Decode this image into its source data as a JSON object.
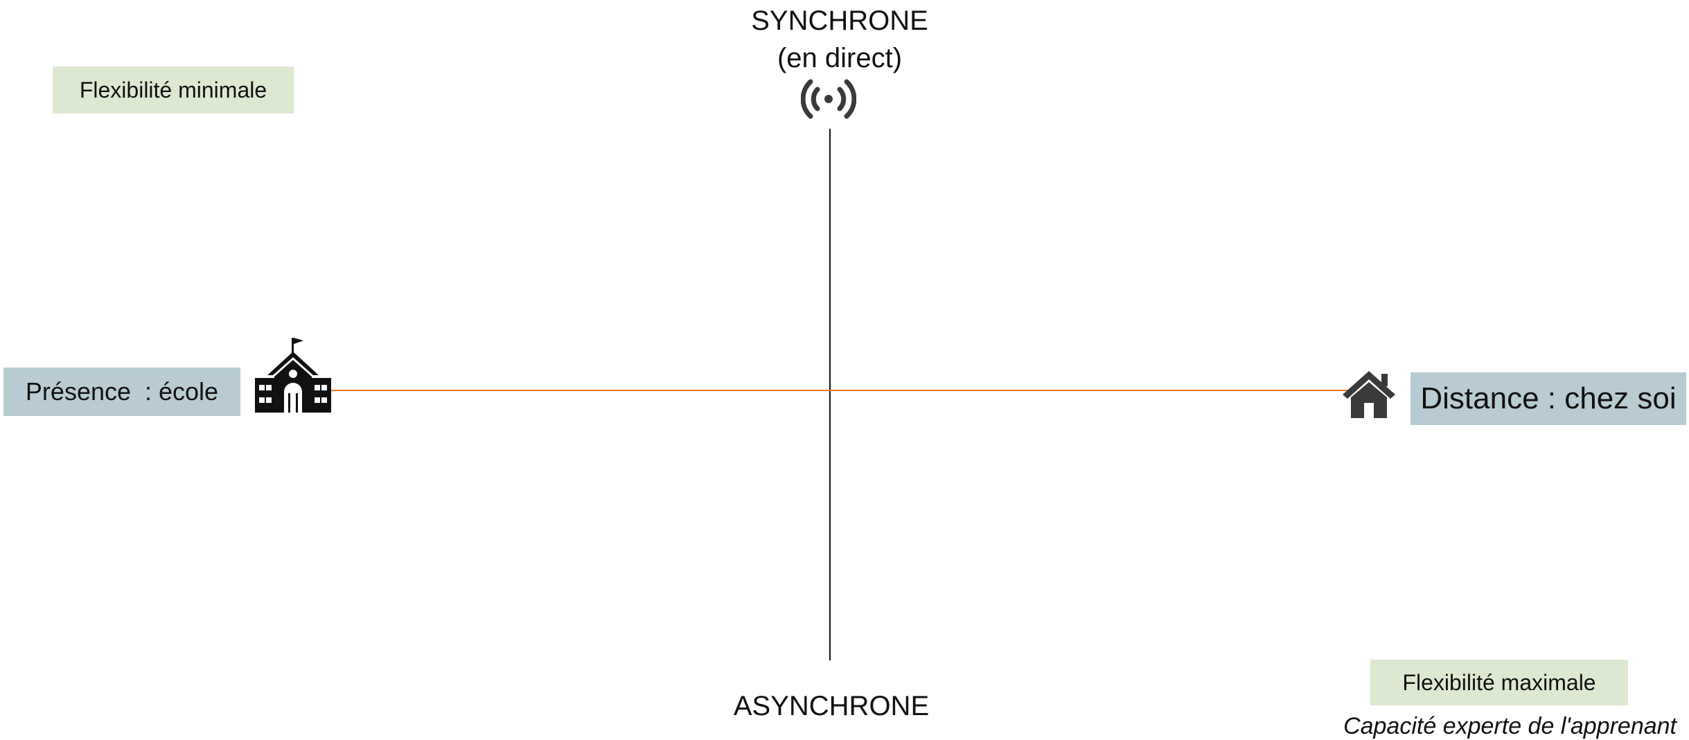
{
  "axes": {
    "top_label_line1": "SYNCHRONE",
    "top_label_line2": "(en direct)",
    "bottom_label": "ASYNCHRONE"
  },
  "flexibility": {
    "min_label": "Flexibilité minimale",
    "max_label": "Flexibilité maximale"
  },
  "places": {
    "presence_label": "Présence  : école",
    "distance_label": "Distance : chez soi"
  },
  "footnote": "Capacité experte de l'apprenant",
  "icons": {
    "top": "broadcast-signal-icon",
    "left": "school-building-icon",
    "right": "house-icon"
  },
  "colors": {
    "vertical_axis": "#111111",
    "horizontal_axis": "#e07b2b",
    "flexibility_box": "#dde8d0",
    "place_box": "#b8cbd3",
    "icon": "#3a3a3a"
  }
}
